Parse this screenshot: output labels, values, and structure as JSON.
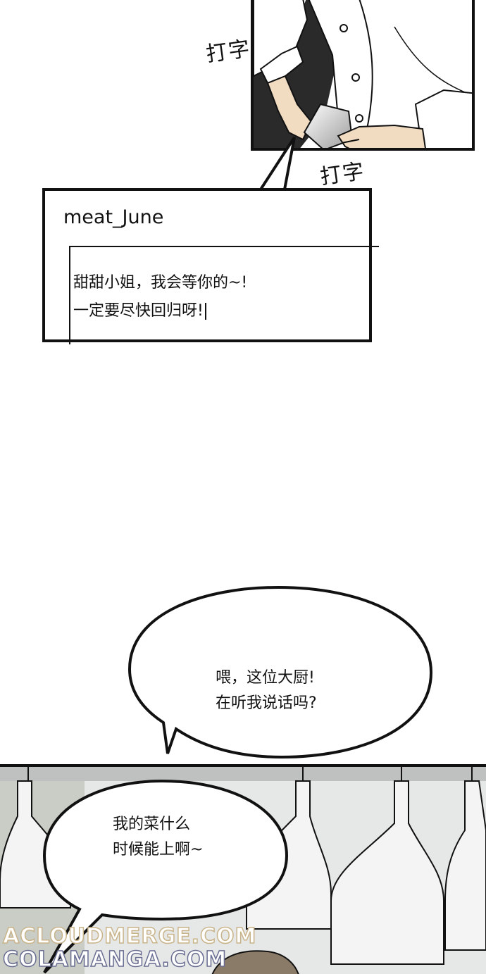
{
  "sound_effects": {
    "left": "打字",
    "right": "打字"
  },
  "chat": {
    "username": "meat_June",
    "lines": [
      "甜甜小姐，我会等你的~!",
      "一定要尽快回归呀!"
    ]
  },
  "bubbles": {
    "upper": [
      "喂，这位大厨!",
      "在听我说话吗?"
    ],
    "lower": [
      "我的菜什么",
      "时候能上啊~"
    ]
  },
  "watermark": {
    "line1": "ACLOUDMERGE.COM",
    "line2": "COLAMANGA.COM"
  },
  "colors": {
    "ink": "#111111",
    "kitchen_bg": "#eceded",
    "watermark_line1": "#c9b48a",
    "watermark_line2": "#6a6e92"
  }
}
